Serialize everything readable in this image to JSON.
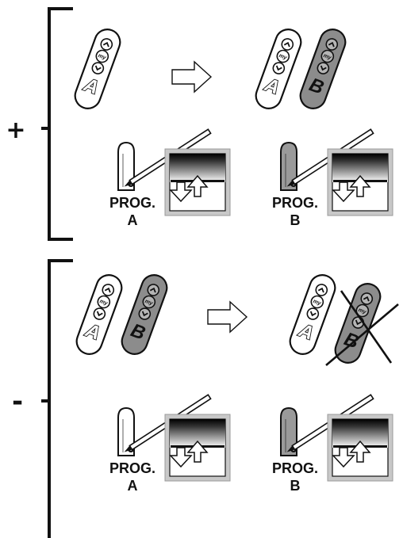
{
  "sections": [
    {
      "sign": "+",
      "top_remotes": {
        "before": [
          "A"
        ],
        "after": [
          "A",
          "B"
        ],
        "crossed_out": ""
      },
      "button_label": "my",
      "prog_steps": [
        {
          "word": "PROG.",
          "letter": "A",
          "motor_shade": "white"
        },
        {
          "word": "PROG.",
          "letter": "B",
          "motor_shade": "grey"
        }
      ]
    },
    {
      "sign": "-",
      "top_remotes": {
        "before": [
          "A",
          "B"
        ],
        "after": [
          "A",
          "B"
        ],
        "crossed_out": "B"
      },
      "button_label": "my",
      "prog_steps": [
        {
          "word": "PROG.",
          "letter": "A",
          "motor_shade": "white"
        },
        {
          "word": "PROG.",
          "letter": "B",
          "motor_shade": "grey"
        }
      ]
    }
  ],
  "colors": {
    "ink": "#111111",
    "remote_white": "#ffffff",
    "remote_grey": "#8c8c8c",
    "motor_grey": "#9a9a9a",
    "frame_grey": "#c8c8c8"
  }
}
